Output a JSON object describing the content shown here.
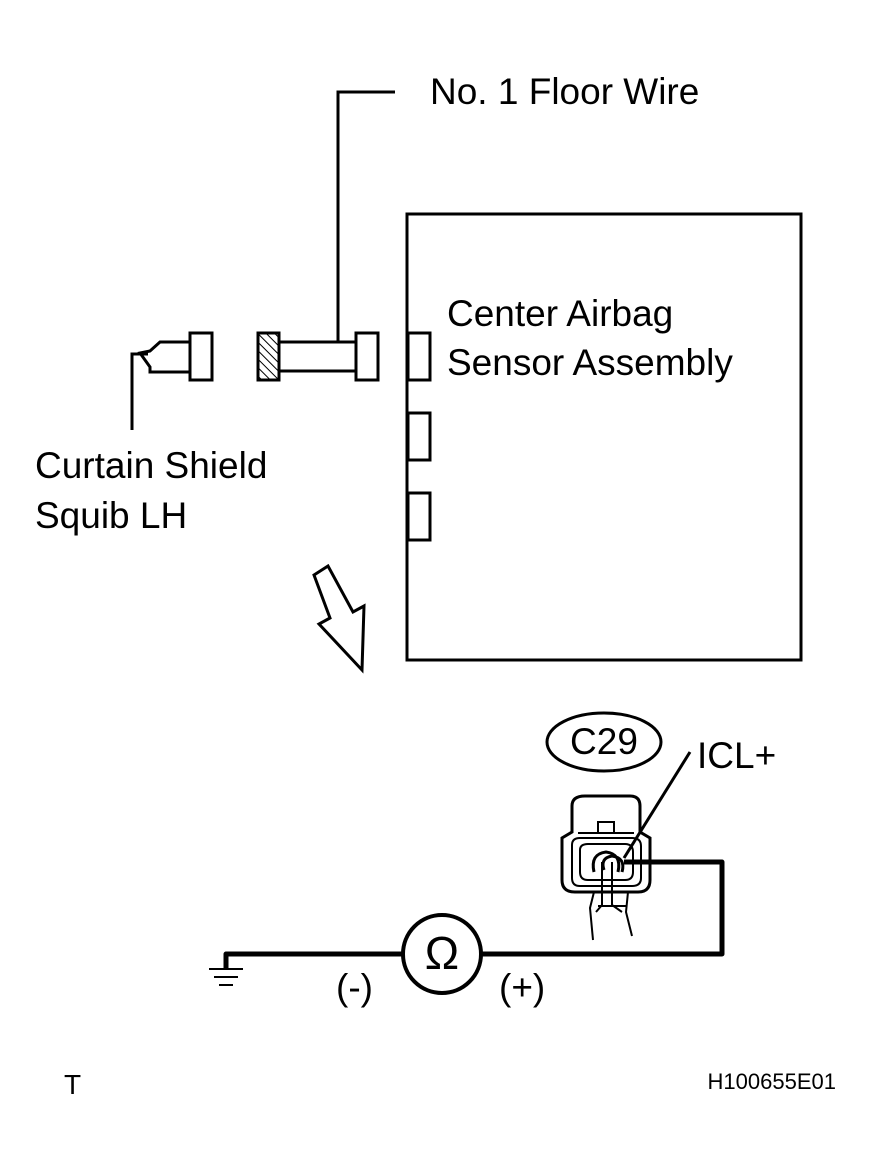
{
  "labels": {
    "floor_wire": "No. 1 Floor Wire",
    "sensor_line1": "Center Airbag",
    "sensor_line2": "Sensor Assembly",
    "squib_line1": "Curtain Shield",
    "squib_line2": "Squib LH",
    "connector_code": "C29",
    "terminal": "ICL+",
    "meter_symbol": "Ω",
    "probe_negative": "(-)",
    "probe_positive": "(+)",
    "corner_mark": "T",
    "figure_id": "H100655E01"
  },
  "colors": {
    "line": "#000000",
    "background": "#ffffff"
  }
}
